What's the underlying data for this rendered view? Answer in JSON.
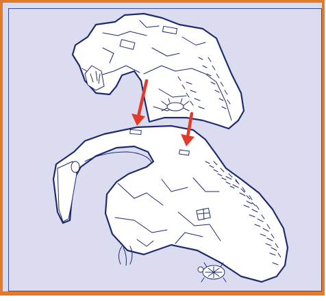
{
  "illustration": {
    "background_color": "#dcdcf0",
    "border_color": "#e07a2e",
    "outline_color": "#1e2a6e",
    "arrow_color": "#e53a2a",
    "parts": [
      "upper-rock-piece",
      "lower-rock-base"
    ],
    "arrows": [
      "arrow-left",
      "arrow-right"
    ],
    "icons": [
      "crab-icon",
      "turtle-icon",
      "seaweed-icon"
    ]
  }
}
